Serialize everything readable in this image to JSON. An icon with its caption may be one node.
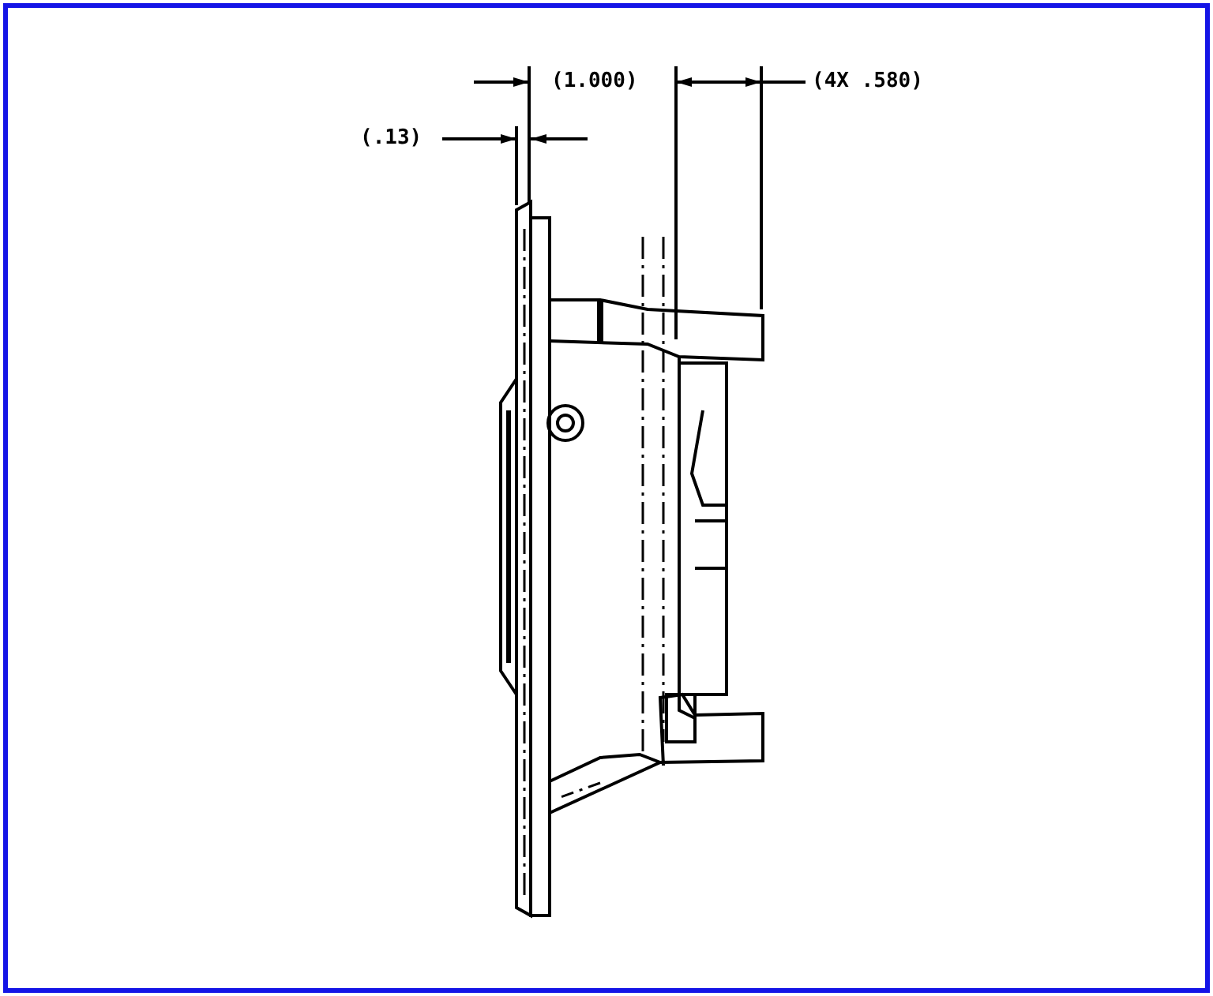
{
  "diagram": {
    "labels": [
      "(1.000)",
      "(4X .580)",
      "(.13)"
    ]
  }
}
